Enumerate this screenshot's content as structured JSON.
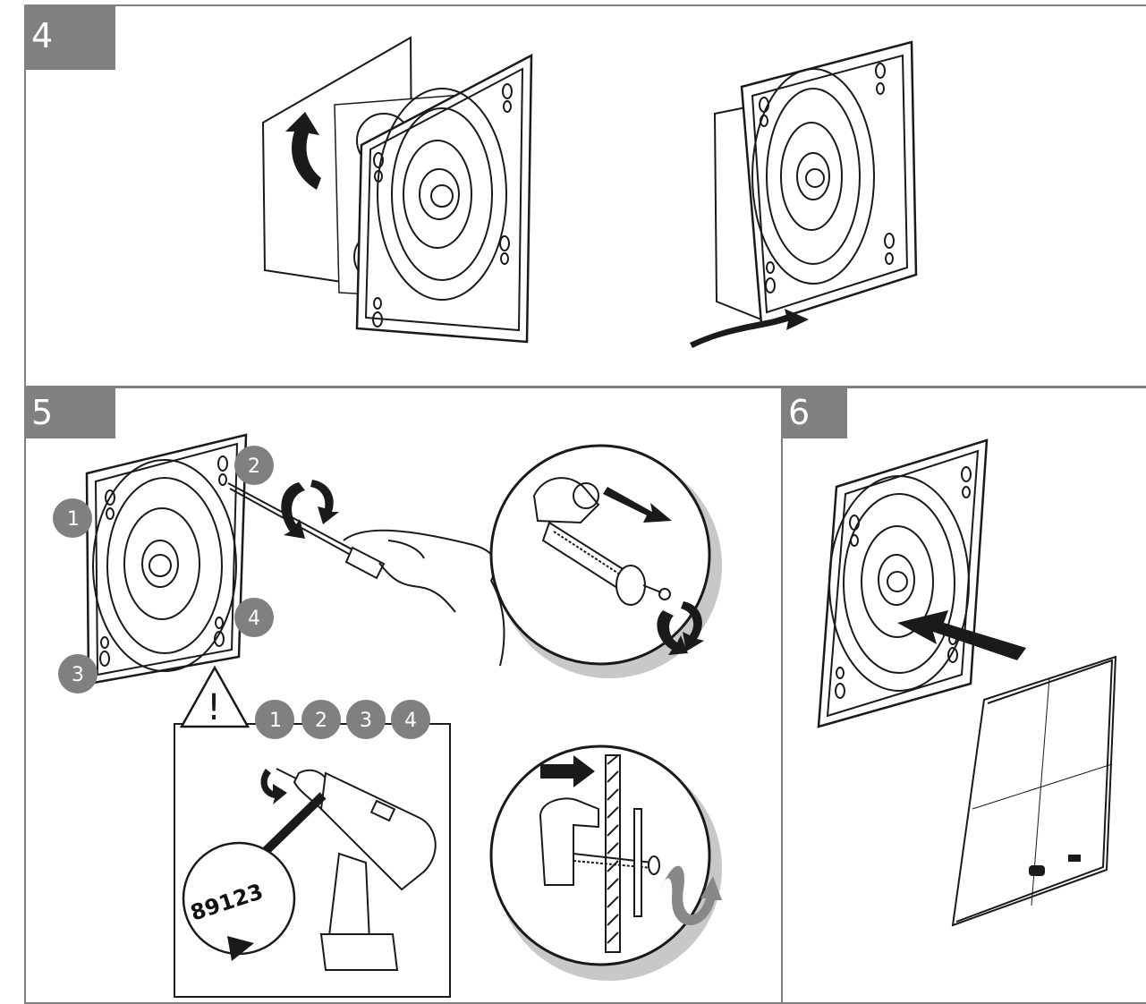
{
  "steps": {
    "step4": {
      "number": "4"
    },
    "step5": {
      "number": "5"
    },
    "step6": {
      "number": "6"
    }
  },
  "screw_order": [
    "1",
    "2",
    "3",
    "4"
  ],
  "warning": {
    "symbol": "!",
    "sequence": [
      "1",
      "2",
      "3",
      "4"
    ]
  },
  "drill_dial": {
    "digits": "89123"
  },
  "colors": {
    "badge": "#808080",
    "line": "#1a1a1a",
    "panel_border": "#808080"
  }
}
